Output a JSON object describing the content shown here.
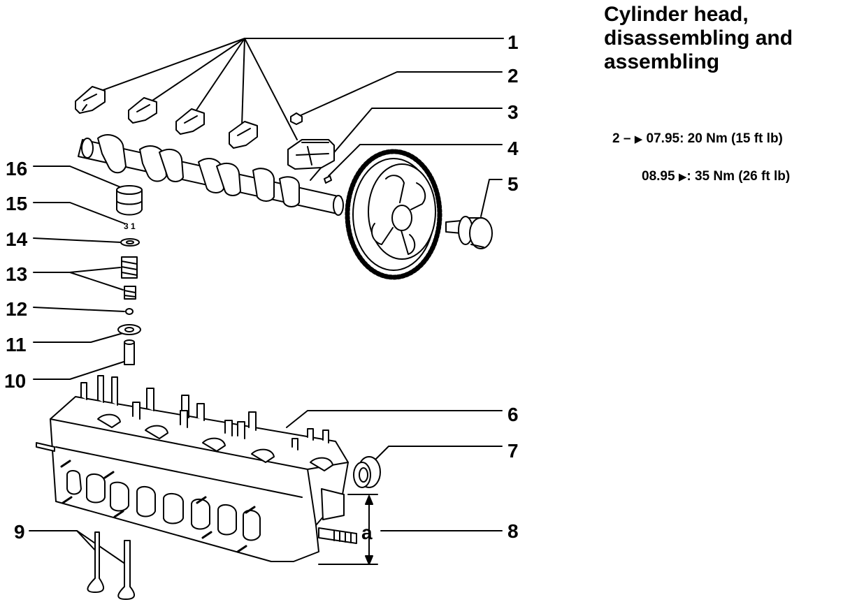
{
  "title": {
    "line1": "Cylinder head,",
    "line2": "disassembling and",
    "line3": "assembling"
  },
  "specs": [
    {
      "prefix": "2 –",
      "arrow": "▶",
      "rest": "07.95:  20 Nm (15 ft lb)"
    },
    {
      "prefix": "08.95",
      "arrow": "▶",
      "rest": ":  35 Nm (26 ft lb)"
    }
  ],
  "callouts": {
    "c1": "1",
    "c2": "2",
    "c3": "3",
    "c4": "4",
    "c5": "5",
    "c6": "6",
    "c7": "7",
    "c8": "8",
    "c9": "9",
    "c10": "10",
    "c11": "11",
    "c12": "12",
    "c13": "13",
    "c14": "14",
    "c15": "15",
    "c16": "16",
    "dim": "a"
  }
}
